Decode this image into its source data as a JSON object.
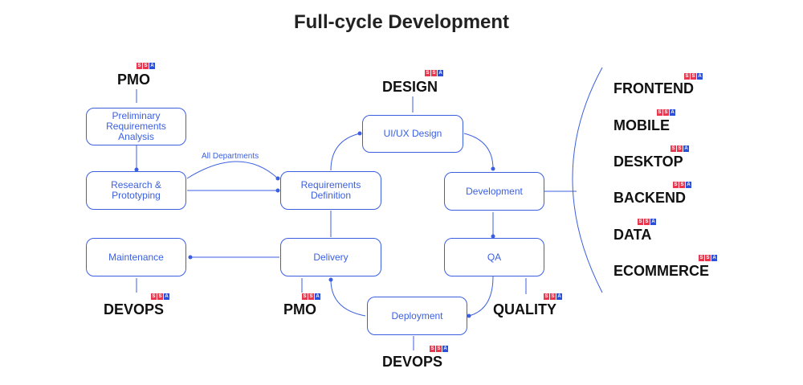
{
  "title": "Full-cycle Development",
  "note": "All Departments",
  "badge": [
    "S",
    "S",
    "A"
  ],
  "steps": {
    "preliminary": "Preliminary\nRequirements\nAnalysis",
    "research": "Research &\nPrototyping",
    "requirements": "Requirements\nDefinition",
    "design": "UI/UX Design",
    "development": "Development",
    "qa": "QA",
    "delivery": "Delivery",
    "deployment": "Deployment",
    "maintenance": "Maintenance"
  },
  "teams": {
    "pmo_top": "PMO",
    "design": "DESIGN",
    "devops_left": "DEVOPS",
    "pmo_bottom": "PMO",
    "quality": "QUALITY",
    "devops_bottom": "DEVOPS"
  },
  "specialties": [
    "FRONTEND",
    "MOBILE",
    "DESKTOP",
    "BACKEND",
    "DATA",
    "ECOMMERCE"
  ],
  "colors": {
    "accent": "#3b5fe0",
    "badge_red": "#e8384f",
    "badge_blue": "#2c4fd8",
    "text": "#111111"
  }
}
